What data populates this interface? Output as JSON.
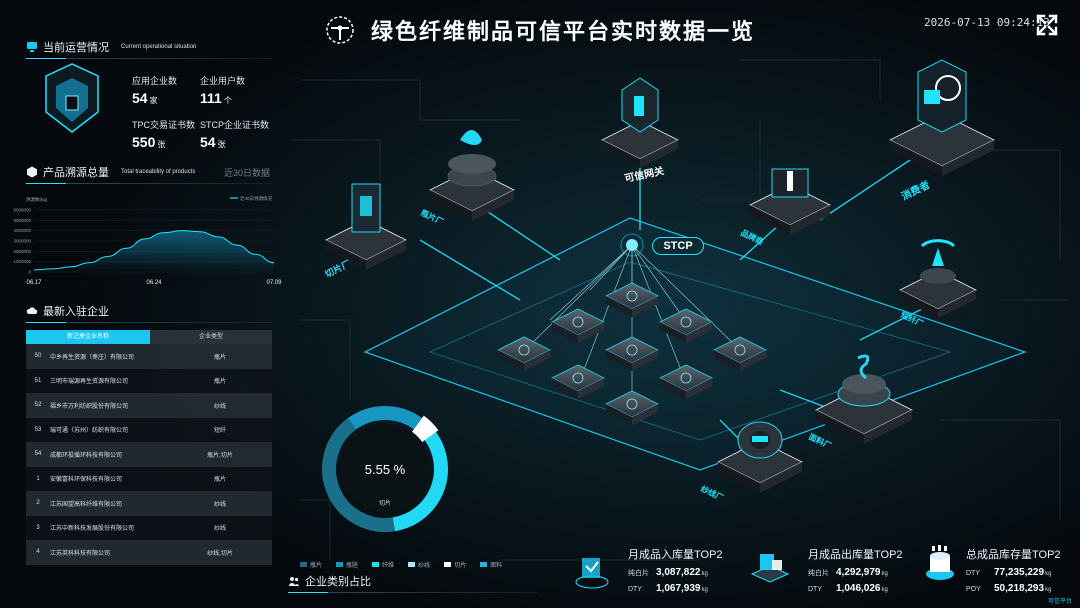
{
  "header": {
    "title": "绿色纤维制品可信平台实时数据一览",
    "datetime": "2026-07-13 09:24:13"
  },
  "operations": {
    "title": "当前运营情况",
    "subtitle": "Current operational situation",
    "stats": [
      {
        "label": "应用企业数",
        "value": "54",
        "unit": "家"
      },
      {
        "label": "企业用户数",
        "value": "111",
        "unit": "个"
      },
      {
        "label": "TPC交易证书数",
        "value": "550",
        "unit": "张"
      },
      {
        "label": "STCP企业证书数",
        "value": "54",
        "unit": "张"
      }
    ]
  },
  "trace": {
    "title": "产品溯源总量",
    "subtitle": "Total traceability of products",
    "range_label": "近30日数据"
  },
  "chart_data": {
    "type": "area",
    "x": [
      "06.17",
      "06.24",
      "07.09"
    ],
    "y_ticks": [
      0,
      1000000,
      2000000,
      3000000,
      4000000,
      5000000,
      6000000
    ],
    "ylabel": "溯源数(kg)",
    "legend": "近30日溯源情况",
    "ylim": [
      0,
      6000000
    ],
    "series": [
      {
        "values": [
          200000,
          300000,
          500000,
          900000,
          1500000,
          2300000,
          3200000,
          3800000,
          4000000,
          3900000,
          3400000,
          2600000,
          1700000,
          900000
        ]
      }
    ]
  },
  "new_companies": {
    "title": "最新入驻企业",
    "columns": [
      "新注册企业名称",
      "企业类型"
    ],
    "rows": [
      {
        "id": "50",
        "name": "中乡再生资源（枣庄）有限公司",
        "type": "瓶片"
      },
      {
        "id": "51",
        "name": "三明市瑞源再生资源有限公司",
        "type": "瓶片"
      },
      {
        "id": "52",
        "name": "福乡市万利纺织股份有限公司",
        "type": "纱线"
      },
      {
        "id": "53",
        "name": "瑞可通（苏州）纺织有限公司",
        "type": "短纤"
      },
      {
        "id": "54",
        "name": "成都环投循环科技有限公司",
        "type": "瓶片,切片"
      },
      {
        "id": "1",
        "name": "安徽富科环保科技有限公司",
        "type": "瓶片"
      },
      {
        "id": "2",
        "name": "江苏国望高科纤维有限公司",
        "type": "纱线"
      },
      {
        "id": "3",
        "name": "江苏中新科技发展股份有限公司",
        "type": "纱线"
      },
      {
        "id": "4",
        "name": "江苏英科科技有限公司",
        "type": "纱线,切片"
      }
    ]
  },
  "category": {
    "title": "企业类别占比",
    "percent": "5.55 %",
    "current_label": "切片",
    "legend": [
      "瓶片",
      "瓶胚",
      "纤维",
      "纱线",
      "切片",
      "面料"
    ],
    "colors": [
      "#1a6f8a",
      "#1597c2",
      "#22d8f5",
      "#9fe9f6",
      "#ffffff",
      "#2ab3de"
    ]
  },
  "scene": {
    "center_label": "STCP",
    "nodes": [
      "可信网关",
      "消费者",
      "品牌商",
      "切片厂",
      "瓶片厂",
      "面料厂",
      "纱线厂",
      "短纤厂"
    ]
  },
  "inbound": {
    "title": "月成品入库量TOP2",
    "rows": [
      {
        "k": "纯白片",
        "v": "3,087,822",
        "u": "kg"
      },
      {
        "k": "DTY",
        "v": "1,067,939",
        "u": "kg"
      }
    ]
  },
  "outbound": {
    "title": "月成品出库量TOP2",
    "rows": [
      {
        "k": "纯白片",
        "v": "4,292,979",
        "u": "kg"
      },
      {
        "k": "DTY",
        "v": "1,046,026",
        "u": "kg"
      }
    ]
  },
  "stock": {
    "title": "总成品库存量TOP2",
    "rows": [
      {
        "k": "DTY",
        "v": "77,235,229",
        "u": "kg"
      },
      {
        "k": "POY",
        "v": "50,218,293",
        "u": "kg"
      }
    ]
  },
  "watermark": "可信平台"
}
